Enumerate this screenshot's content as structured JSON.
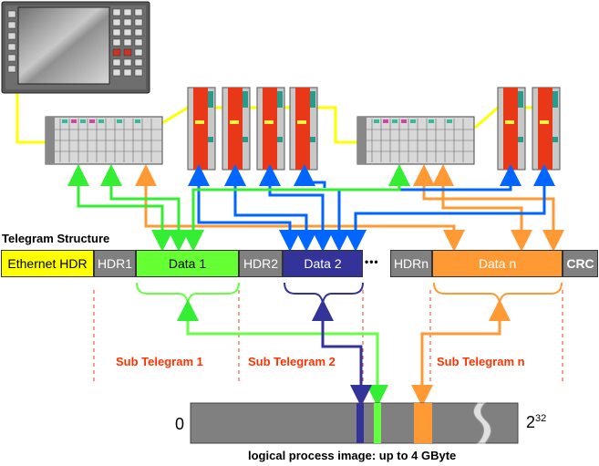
{
  "title": "Telegram Structure",
  "frame": {
    "ethernet_hdr": "Ethernet HDR",
    "hdr1": "HDR1",
    "data1": "Data 1",
    "hdr2": "HDR2",
    "data2": "Data 2",
    "ellipsis": "•••",
    "hdrn": "HDRn",
    "datan": "Data n",
    "crc": "CRC"
  },
  "sub_telegrams": [
    "Sub Telegram 1",
    "Sub Telegram 2",
    "Sub Telegram n"
  ],
  "process_image": {
    "start": "0",
    "end_base": "2",
    "end_exp": "32",
    "caption": "logical process image: up to 4 GByte"
  },
  "colors": {
    "ethernet_hdr": "#ffff00",
    "header_gray": "#808080",
    "data1_green": "#66ff33",
    "data2_blue": "#333399",
    "datan_orange": "#ff9933",
    "crc_gray": "#808080",
    "sub_label": "#ff3300",
    "yellow_cable": "#ffff00",
    "blue_arrow": "#0066ff",
    "green_arrow": "#33ff33",
    "orange_arrow": "#ff9933"
  }
}
